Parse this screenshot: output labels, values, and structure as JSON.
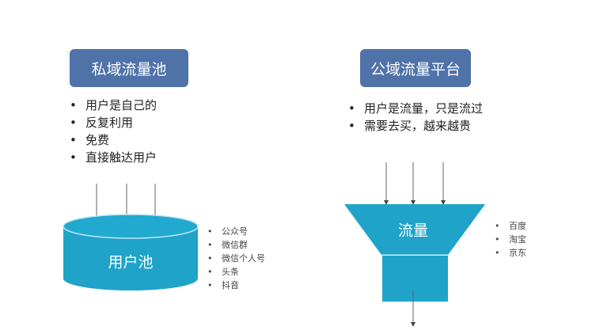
{
  "left": {
    "title": "私域流量池",
    "bullets": [
      "用户是自己的",
      "反复利用",
      "免费",
      "直接触达用户"
    ],
    "shape_label": "用户池",
    "channels": [
      "公众号",
      "微信群",
      "微信个人号",
      "头条",
      "抖音"
    ]
  },
  "right": {
    "title": "公域流量平台",
    "bullets": [
      "用户是流量，只是流过",
      "需要去买，越来越贵"
    ],
    "shape_label": "流量",
    "channels": [
      "百度",
      "淘宝",
      "京东"
    ]
  },
  "colors": {
    "title_box": "#4f72a8",
    "shape": "#1fa3c9"
  }
}
